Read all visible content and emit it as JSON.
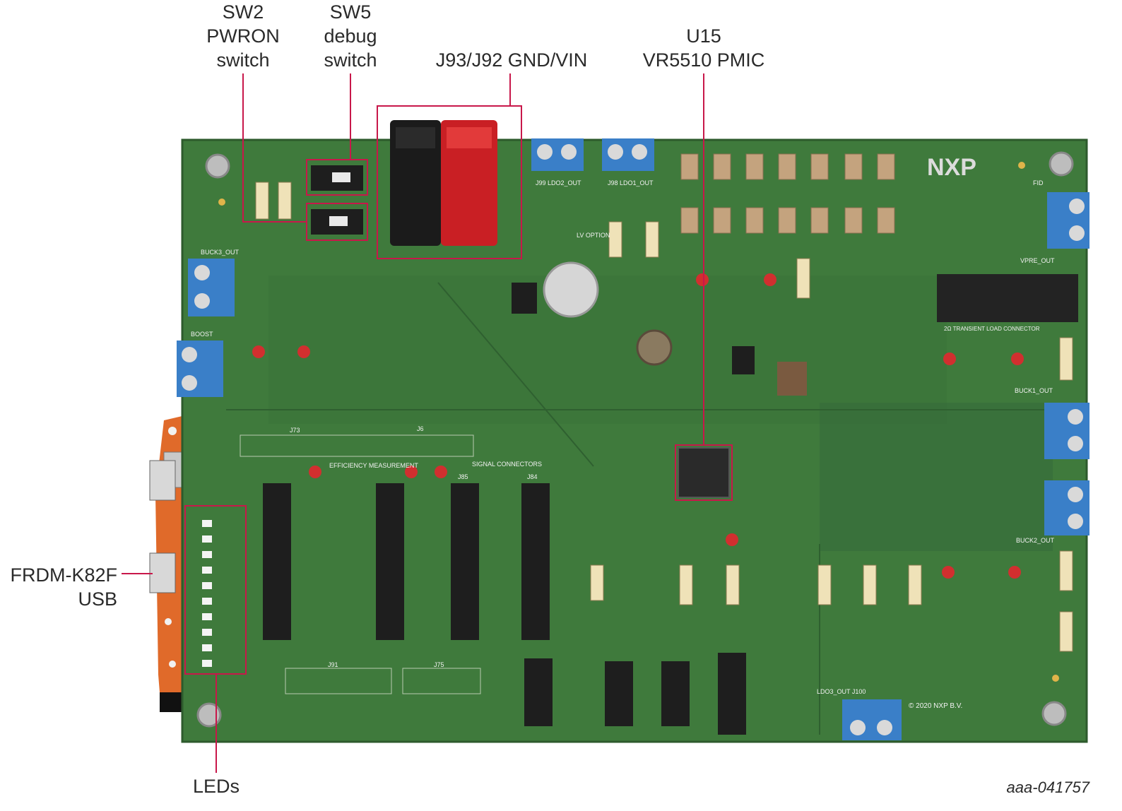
{
  "callouts": {
    "sw2": [
      "SW2",
      "PWRON",
      "switch"
    ],
    "sw5": [
      "SW5",
      "debug",
      "switch"
    ],
    "j93": "J93/J92 GND/VIN",
    "u15": [
      "U15",
      "VR5510 PMIC"
    ],
    "frdm": [
      "FRDM-K82F",
      "USB"
    ],
    "leds": "LEDs"
  },
  "figure_id": "aaa-041757",
  "board": {
    "logo": "NXP",
    "copyright": "© 2020 NXP B.V.",
    "silk": {
      "j99": "J99 LDO2_OUT",
      "j98": "J98 LDO1_OUT",
      "boost": "BOOST",
      "buck3": "BUCK3_OUT",
      "buck1": "BUCK1_OUT",
      "buck2": "BUCK2_OUT",
      "vpre": "VPRE_OUT",
      "ldo3": "LDO3_OUT J100",
      "j73": "J73",
      "j6": "J6",
      "j85": "J85",
      "j84": "J84",
      "j91": "J91",
      "j75": "J75",
      "efficiency": "EFFICIENCY MEASUREMENT",
      "signal": "SIGNAL CONNECTORS",
      "transient": "2Ω TRANSIENT LOAD CONNECTOR",
      "lv_option": "LV OPTION",
      "fid": "FID"
    }
  },
  "colors": {
    "pcb": "#3f7a3c",
    "pcb_dark": "#35693a",
    "leader": "#c8174a",
    "terminal": "#3a7fc8",
    "header": "#1e1e1e"
  }
}
